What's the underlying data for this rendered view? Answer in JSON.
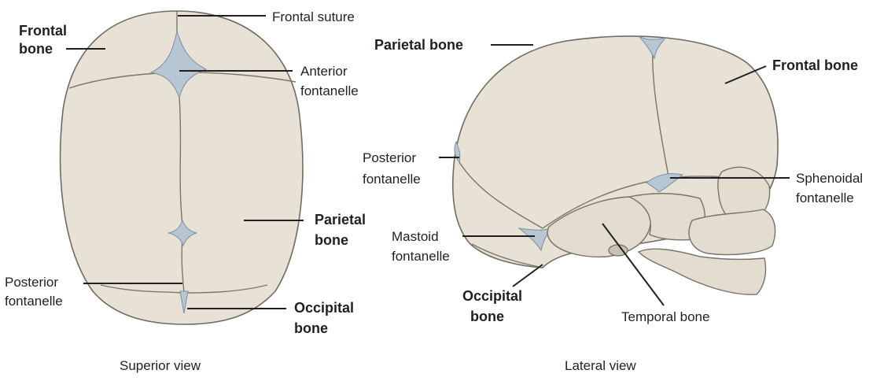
{
  "superior_view": {
    "caption": "Superior view",
    "labels": {
      "frontal_suture": "Frontal suture",
      "frontal_bone_line1": "Frontal",
      "frontal_bone_line2": "bone",
      "anterior_fontanelle_line1": "Anterior",
      "anterior_fontanelle_line2": "fontanelle",
      "parietal_bone_line1": "Parietal",
      "parietal_bone_line2": "bone",
      "posterior_fontanelle_line1": "Posterior",
      "posterior_fontanelle_line2": "fontanelle",
      "occipital_bone_line1": "Occipital",
      "occipital_bone_line2": "bone"
    }
  },
  "lateral_view": {
    "caption": "Lateral view",
    "labels": {
      "parietal_bone": "Parietal bone",
      "frontal_bone": "Frontal bone",
      "posterior_fontanelle_line1": "Posterior",
      "posterior_fontanelle_line2": "fontanelle",
      "sphenoidal_fontanelle_line1": "Sphenoidal",
      "sphenoidal_fontanelle_line2": "fontanelle",
      "mastoid_fontanelle_line1": "Mastoid",
      "mastoid_fontanelle_line2": "fontanelle",
      "occipital_bone_line1": "Occipital",
      "occipital_bone_line2": "bone",
      "temporal_bone": "Temporal bone"
    }
  },
  "colors": {
    "bone_fill": "#e7e2d5",
    "fontanelle_fill": "#b6c7d3",
    "outline": "#6f6b62",
    "text": "#231f20"
  }
}
